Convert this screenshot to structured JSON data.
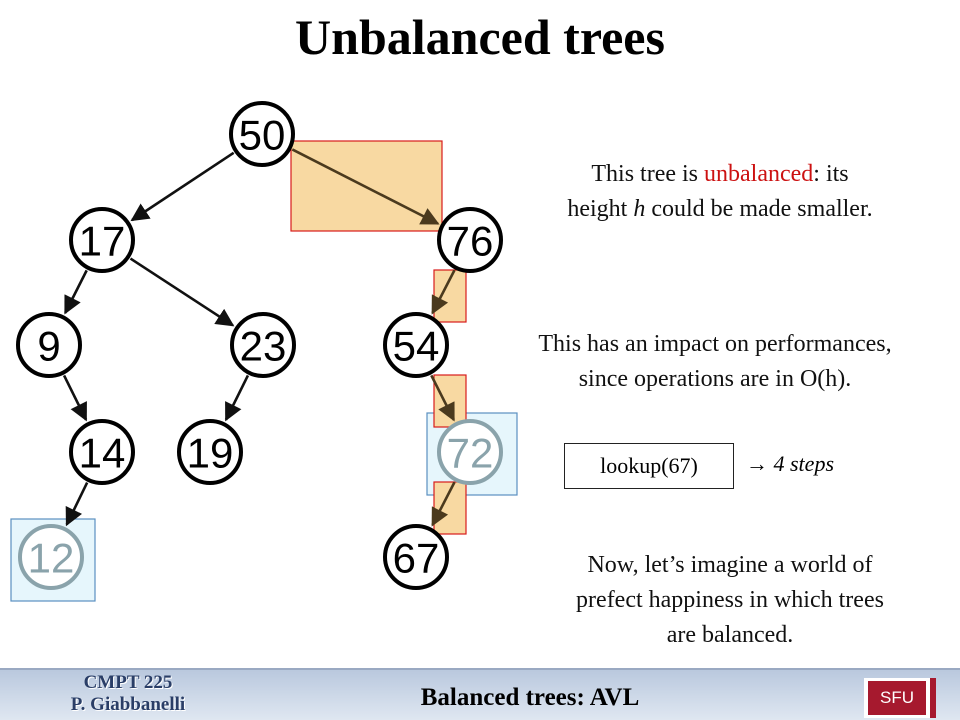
{
  "title": "Unbalanced trees",
  "tree": {
    "nodes": [
      {
        "id": "50",
        "label": "50",
        "highlight": false
      },
      {
        "id": "17",
        "label": "17",
        "highlight": false
      },
      {
        "id": "76",
        "label": "76",
        "highlight": false
      },
      {
        "id": "9",
        "label": "9",
        "highlight": false
      },
      {
        "id": "23",
        "label": "23",
        "highlight": false
      },
      {
        "id": "54",
        "label": "54",
        "highlight": false
      },
      {
        "id": "14",
        "label": "14",
        "highlight": false
      },
      {
        "id": "19",
        "label": "19",
        "highlight": false
      },
      {
        "id": "72",
        "label": "72",
        "highlight": true
      },
      {
        "id": "12",
        "label": "12",
        "highlight": true
      },
      {
        "id": "67",
        "label": "67",
        "highlight": false
      }
    ],
    "edges": [
      {
        "from": "50",
        "to": "17",
        "lookup_path": false
      },
      {
        "from": "50",
        "to": "76",
        "lookup_path": true
      },
      {
        "from": "17",
        "to": "9",
        "lookup_path": false
      },
      {
        "from": "17",
        "to": "23",
        "lookup_path": false
      },
      {
        "from": "76",
        "to": "54",
        "lookup_path": true
      },
      {
        "from": "9",
        "to": "14",
        "lookup_path": false
      },
      {
        "from": "23",
        "to": "19",
        "lookup_path": false
      },
      {
        "from": "54",
        "to": "72",
        "lookup_path": true
      },
      {
        "from": "14",
        "to": "12",
        "lookup_path": false
      },
      {
        "from": "72",
        "to": "67",
        "lookup_path": true
      }
    ]
  },
  "text": {
    "unbalanced_pre": "This tree is ",
    "unbalanced_word": "unbalanced",
    "unbalanced_post": ": its",
    "height_pre": "height ",
    "height_var": "h",
    "height_post": " could be made smaller.",
    "impact_line1": "This has an impact on performances,",
    "impact_line2": "since operations are in O(h).",
    "lookup": "lookup(67)",
    "result": "→ 4 steps",
    "balanced_line1": "Now, let’s imagine a world of",
    "balanced_line2": "prefect happiness in which trees",
    "balanced_line3": "are balanced."
  },
  "footer": {
    "course_line1": "CMPT 225",
    "course_line2": "P. Giabbanelli",
    "topic": "Balanced trees: AVL",
    "logo": "SFU"
  },
  "colors": {
    "path_fill": "#f8d9a2",
    "path_stroke": "#d81c1c",
    "highlight_fill": "#e6f6fc",
    "highlight_stroke": "#5a90c0",
    "highlight_node": "#8aa3ab",
    "arrow": "#111111",
    "lookup_arrow": "#4b3a1e",
    "accent_red": "#cc1111",
    "sfu_red": "#a6192e"
  }
}
